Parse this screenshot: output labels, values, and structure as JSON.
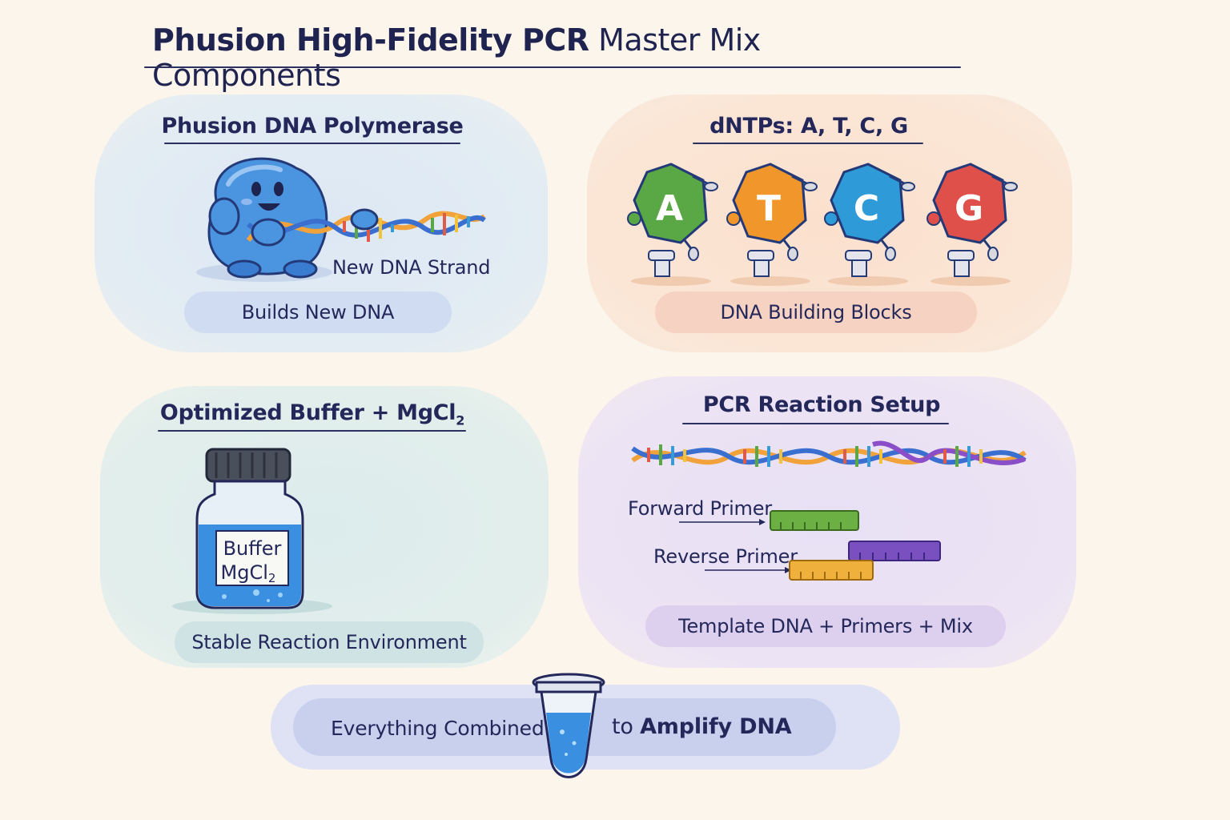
{
  "title": {
    "bold": "Phusion High-Fidelity PCR",
    "rest": " Master Mix Components"
  },
  "panels": {
    "polymerase": {
      "title": "Phusion DNA Polymerase",
      "strand_label": "New DNA Strand",
      "caption": "Builds New DNA"
    },
    "dntps": {
      "title": "dNTPs: A, T, C, G",
      "letters": [
        "A",
        "T",
        "C",
        "G"
      ],
      "caption": "DNA Building Blocks"
    },
    "buffer": {
      "title_main": "Optimized Buffer + MgCl",
      "title_sub": "2",
      "bottle_line1": "Buffer",
      "bottle_line2": "MgCl",
      "bottle_line2_sub": "2",
      "caption": "Stable Reaction Environment"
    },
    "reaction": {
      "title": "PCR Reaction Setup",
      "forward_primer": "Forward Primer",
      "reverse_primer": "Reverse Primer",
      "caption": "Template DNA + Primers + Mix"
    }
  },
  "bottom": {
    "left": "Everything Combined",
    "right_plain": "to ",
    "right_bold": "Amplify DNA"
  },
  "colors": {
    "background": "#fbf5ec",
    "text": "#23275a",
    "nucleotide_A": "#5aa845",
    "nucleotide_T": "#f0962a",
    "nucleotide_C": "#2f9ad8",
    "nucleotide_G": "#e0504a",
    "forward_primer": "#6cb043",
    "reverse_primer_purple": "#7a4fc0",
    "reverse_primer_orange": "#f0b03c"
  }
}
